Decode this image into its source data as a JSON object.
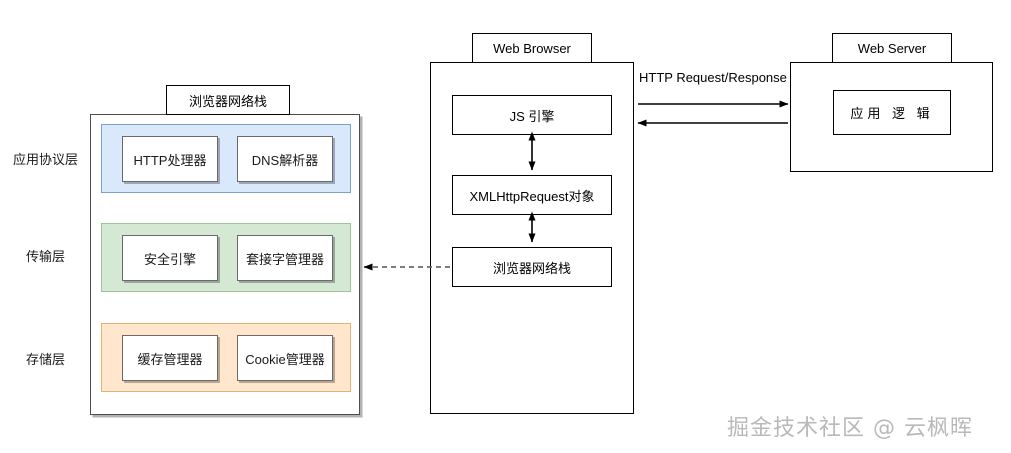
{
  "diagram": {
    "title_left": "浏览器网络栈",
    "watermark": "掘金技术社区 @ 云枫晖"
  },
  "left_panel": {
    "tab_label": "浏览器网络栈",
    "layer_labels": [
      {
        "name": "应用协议层"
      },
      {
        "name": "传输层"
      },
      {
        "name": "存储层"
      }
    ],
    "layers": [
      {
        "id": "application-protocol-layer",
        "color": "#dae8fc",
        "border": "#7f9fc9",
        "boxes": [
          {
            "label": "HTTP处理器"
          },
          {
            "label": "DNS解析器"
          }
        ]
      },
      {
        "id": "transport-layer",
        "color": "#d5e8d4",
        "border": "#9ec49b",
        "boxes": [
          {
            "label": "安全引擎"
          },
          {
            "label": "套接字管理器"
          }
        ]
      },
      {
        "id": "storage-layer",
        "color": "#ffe6cc",
        "border": "#e0b473",
        "boxes": [
          {
            "label": "缓存管理器"
          },
          {
            "label": "Cookie管理器"
          }
        ]
      }
    ]
  },
  "browser_panel": {
    "tab_label": "Web Browser",
    "boxes": [
      {
        "label": "JS 引擎"
      },
      {
        "label": "XMLHttpRequest对象"
      },
      {
        "label": "浏览器网络栈"
      }
    ]
  },
  "server_panel": {
    "tab_label": "Web Server",
    "boxes": [
      {
        "label": "应用 逻 辑"
      }
    ]
  },
  "connections": {
    "http_label": "HTTP Request/Response"
  }
}
